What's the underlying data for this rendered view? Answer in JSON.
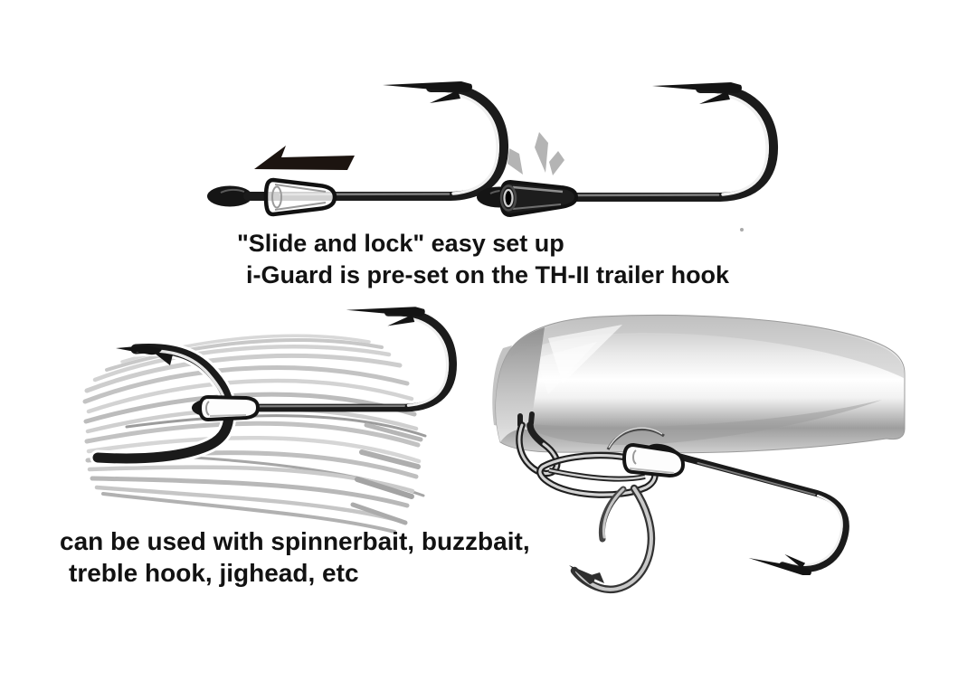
{
  "meta": {
    "background": "#ffffff",
    "ink": "#1a1a1a",
    "metal_gray": "#c9c9c9",
    "skirt_gray": "#c6c6c6",
    "sparkle_gray": "#b4b4b4"
  },
  "captions": {
    "slide_lock_line1": "\"Slide and lock\" easy set up",
    "slide_lock_line2": "i-Guard is pre-set on the TH-II trailer hook",
    "usage_line1": "can be used with spinnerbait, buzzbait,",
    "usage_line2": "treble hook, jighead, etc"
  },
  "figures": {
    "top_left": "hook-with-iguard-sliding",
    "top_right": "hook-with-iguard-locked",
    "bottom_left": "jig-skirt-with-trailer-hook",
    "bottom_right": "lure-with-trailer-hook"
  }
}
